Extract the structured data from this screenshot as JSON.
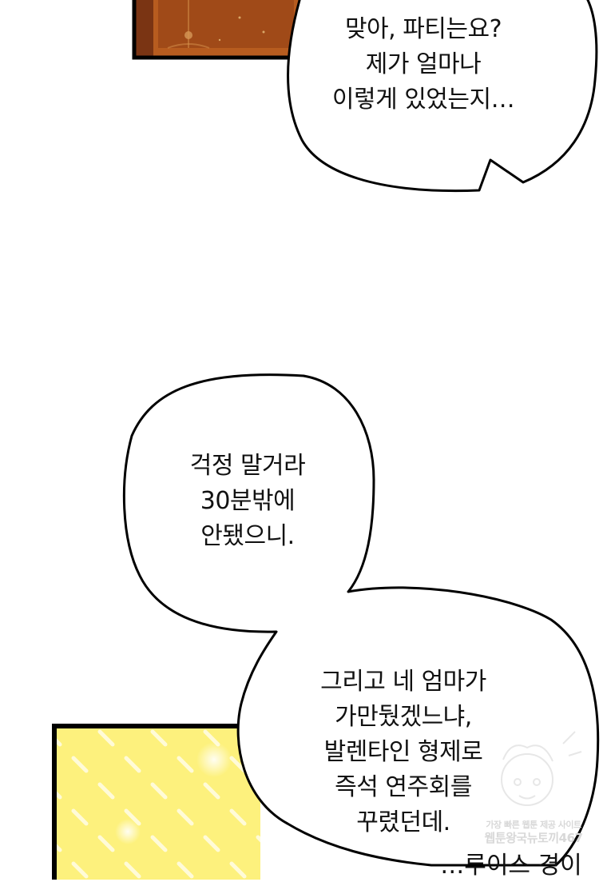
{
  "speech_bubbles": [
    {
      "lines": [
        "맞아, 파티는요?",
        "제가 얼마나",
        "이렇게 있었는지…"
      ]
    },
    {
      "lines": [
        "걱정 말거라",
        "30분밖에",
        "안됐으니."
      ]
    },
    {
      "lines": [
        "그리고 네 엄마가",
        "가만뒀겠느냐,",
        "발렌타인 형제로",
        "즉석 연주회를",
        "꾸렸던데."
      ]
    }
  ],
  "caption": "…루이스 경이",
  "watermark": {
    "line1": "가장 빠른 웹툰 제공 사이트",
    "line2": "웹툰왕국뉴토끼467"
  },
  "colors": {
    "ink": "#111111",
    "panel_yellow": "#fdf17d",
    "panel_pattern": "#fffbd8",
    "panel_brown": "#a8531c",
    "panel_border": "#000000"
  }
}
